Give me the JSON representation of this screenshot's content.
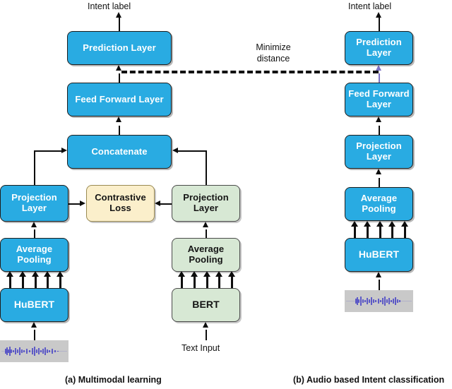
{
  "figure": {
    "panels": [
      {
        "id": "a",
        "caption": "(a) Multimodal learning",
        "top_output_label": "Intent label",
        "text_input_label": "Text Input",
        "blocks": [
          {
            "name": "prediction-layer",
            "label": "Prediction Layer",
            "color": "#29ABE2"
          },
          {
            "name": "feed-forward-layer",
            "label": "Feed Forward Layer",
            "color": "#29ABE2"
          },
          {
            "name": "concatenate",
            "label": "Concatenate",
            "color": "#29ABE2"
          },
          {
            "name": "audio-projection-layer",
            "label": "Projection Layer",
            "color": "#29ABE2"
          },
          {
            "name": "contrastive-loss",
            "label": "Contrastive Loss",
            "color": "#FBEFCB"
          },
          {
            "name": "text-projection-layer",
            "label": "Projection Layer",
            "color": "#D7E8D4"
          },
          {
            "name": "audio-average-pooling",
            "label": "Average Pooling",
            "color": "#29ABE2"
          },
          {
            "name": "text-average-pooling",
            "label": "Average Pooling",
            "color": "#D7E8D4"
          },
          {
            "name": "hubert-encoder",
            "label": "HuBERT",
            "color": "#29ABE2"
          },
          {
            "name": "bert-encoder",
            "label": "BERT",
            "color": "#D7E8D4"
          },
          {
            "name": "audio-waveform-input",
            "label": "",
            "color": "#C9C9C9"
          }
        ]
      },
      {
        "id": "b",
        "caption": "(b) Audio based Intent classification",
        "top_output_label": "Intent label",
        "blocks": [
          {
            "name": "prediction-layer",
            "label": "Prediction Layer",
            "color": "#29ABE2"
          },
          {
            "name": "feed-forward-layer",
            "label": "Feed Forward Layer",
            "color": "#29ABE2"
          },
          {
            "name": "projection-layer",
            "label": "Projection Layer",
            "color": "#29ABE2"
          },
          {
            "name": "average-pooling",
            "label": "Average Pooling",
            "color": "#29ABE2"
          },
          {
            "name": "hubert-encoder",
            "label": "HuBERT",
            "color": "#29ABE2"
          },
          {
            "name": "audio-waveform-input",
            "label": "",
            "color": "#C9C9C9"
          }
        ]
      }
    ],
    "cross_panel_link": {
      "name": "minimize-distance",
      "label_line1": "Minimize",
      "label_line2": "distance",
      "style": "dashed"
    },
    "colors": {
      "blue": "#29ABE2",
      "green": "#D7E8D4",
      "cream": "#FBEFCB",
      "gray": "#C9C9C9",
      "outline": "#1d1d1d",
      "purple_arrow": "#7d72c4"
    }
  }
}
